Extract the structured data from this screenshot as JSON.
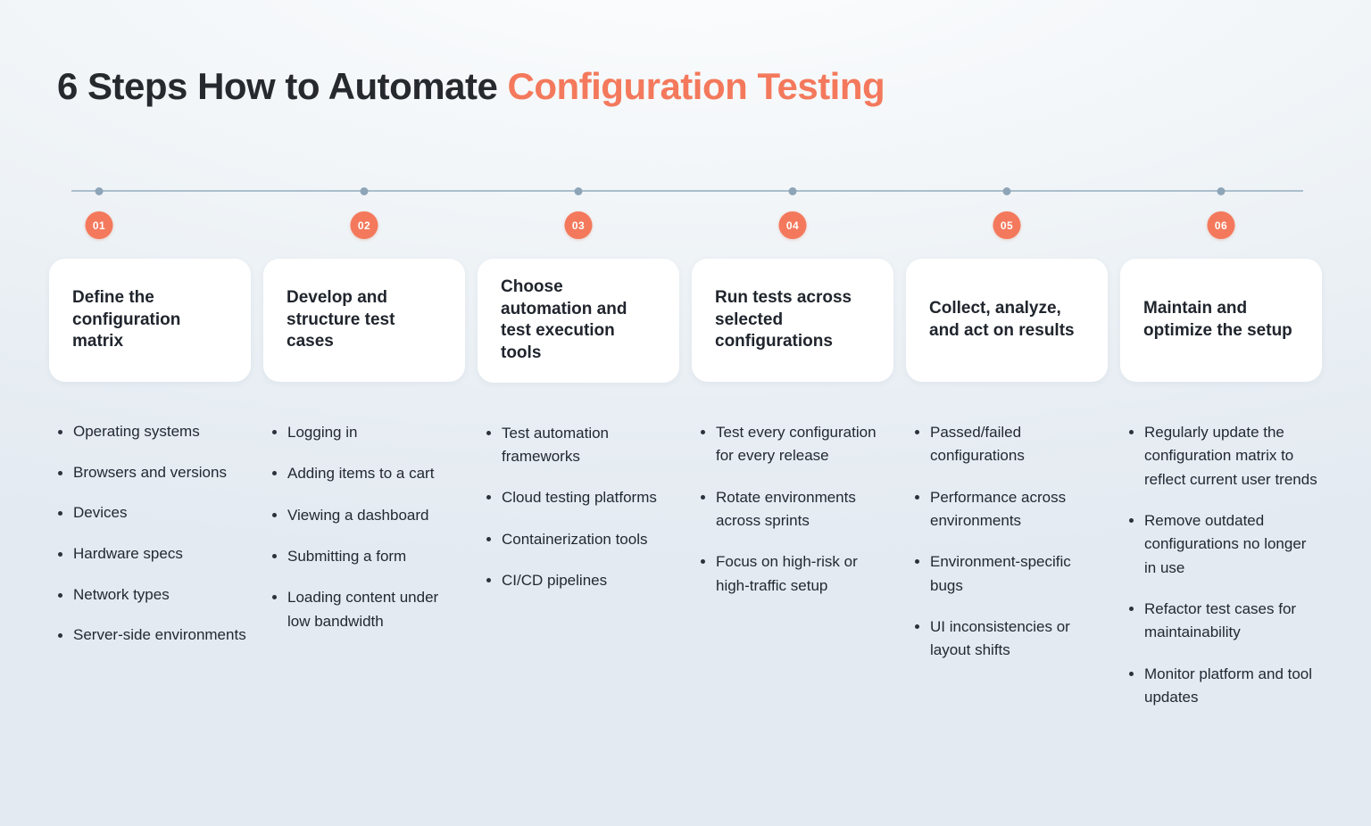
{
  "title": {
    "prefix": "6 Steps How to Automate",
    "highlight": "Configuration Testing"
  },
  "colors": {
    "accent": "#F4795C",
    "title_dark": "#26292E",
    "timeline": "#AABECD",
    "card_bg": "#FFFFFF",
    "page_bg": "#EAF0F4"
  },
  "steps": [
    {
      "number": "01",
      "title": "Define the configuration matrix",
      "bullets": [
        "Operating systems",
        "Browsers and versions",
        "Devices",
        "Hardware specs",
        "Network types",
        "Server-side environments"
      ]
    },
    {
      "number": "02",
      "title": "Develop and structure test cases",
      "bullets": [
        "Logging in",
        "Adding items to a cart",
        "Viewing a dashboard",
        "Submitting a form",
        "Loading content under low bandwidth"
      ]
    },
    {
      "number": "03",
      "title": "Choose automation and test execution tools",
      "bullets": [
        "Test automation frameworks",
        "Cloud testing platforms",
        "Containerization tools",
        "CI/CD pipelines"
      ]
    },
    {
      "number": "04",
      "title": "Run tests across selected configurations",
      "bullets": [
        "Test every configuration for every release",
        "Rotate environments across sprints",
        "Focus on high-risk or high-traffic setup"
      ]
    },
    {
      "number": "05",
      "title": "Collect, analyze, and act on results",
      "bullets": [
        "Passed/failed configurations",
        "Performance across environments",
        "Environment-specific bugs",
        "UI inconsistencies or layout shifts"
      ]
    },
    {
      "number": "06",
      "title": "Maintain and optimize the setup",
      "bullets": [
        "Regularly update the configuration matrix to reflect current user trends",
        "Remove outdated configurations no longer in use",
        "Refactor test cases for maintainability",
        "Monitor platform and tool updates"
      ]
    }
  ]
}
